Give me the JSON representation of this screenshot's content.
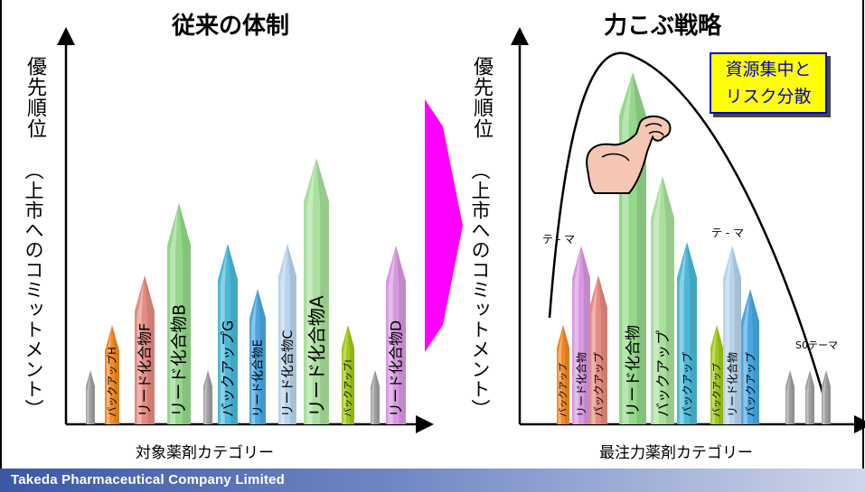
{
  "left_panel": {
    "title": "従来の体制",
    "y_label_line1": "優先順位",
    "y_label_line2": "（上市へのコミットメント）",
    "x_label": "対象薬剤カテゴリー",
    "pencils": [
      {
        "label": "",
        "color": "#a0a0a0"
      },
      {
        "label": "バックアップH",
        "color": "#f08a24"
      },
      {
        "label": "リード化合物F",
        "color": "#e58b80"
      },
      {
        "label": "リード化合物B",
        "color": "#94d88a"
      },
      {
        "label": "",
        "color": "#a0a0a0"
      },
      {
        "label": "バックアップG",
        "color": "#4ab8d8"
      },
      {
        "label": "リード化合物E",
        "color": "#4aa6e0"
      },
      {
        "label": "リード化合物C",
        "color": "#b8d4ec"
      },
      {
        "label": "リード化合物A",
        "color": "#a8e09c"
      },
      {
        "label": "バックアップI",
        "color": "#a0c818"
      },
      {
        "label": "",
        "color": "#a0a0a0"
      },
      {
        "label": "リード化合物D",
        "color": "#d898e0"
      }
    ]
  },
  "right_panel": {
    "title": "力こぶ戦略",
    "y_label_line1": "優先順位",
    "y_label_line2": "（上市へのコミットメント）",
    "x_label": "最注力薬剤カテゴリー",
    "callout_line1": "資源集中と",
    "callout_line2": "リスク分散",
    "theme_label_left": "テ - マ",
    "theme_label_right": "テ - マ",
    "theme_label_so": "S0テーマ",
    "pencils": [
      {
        "label": "バックアップ",
        "color": "#f08a24"
      },
      {
        "label": "リード化合物",
        "color": "#d898e0"
      },
      {
        "label": "バックアップ",
        "color": "#e58b80"
      },
      {
        "label": "リード化合物",
        "color": "#94d88a"
      },
      {
        "label": "バックアップ",
        "color": "#a8e09c"
      },
      {
        "label": "バックアップ",
        "color": "#4ab8d8"
      },
      {
        "label": "バックアップ",
        "color": "#a0c818"
      },
      {
        "label": "リード化合物",
        "color": "#b8d4ec"
      },
      {
        "label": "バックアップ",
        "color": "#4aa6e0"
      },
      {
        "label": "",
        "color": "#a0a0a0"
      },
      {
        "label": "",
        "color": "#a0a0a0"
      },
      {
        "label": "",
        "color": "#a0a0a0"
      }
    ],
    "arm_icon": "flexed-arm-icon"
  },
  "transition_arrow_color": "#ff00ff",
  "footer": {
    "text": "Takeda Pharmaceutical Company Limited"
  }
}
